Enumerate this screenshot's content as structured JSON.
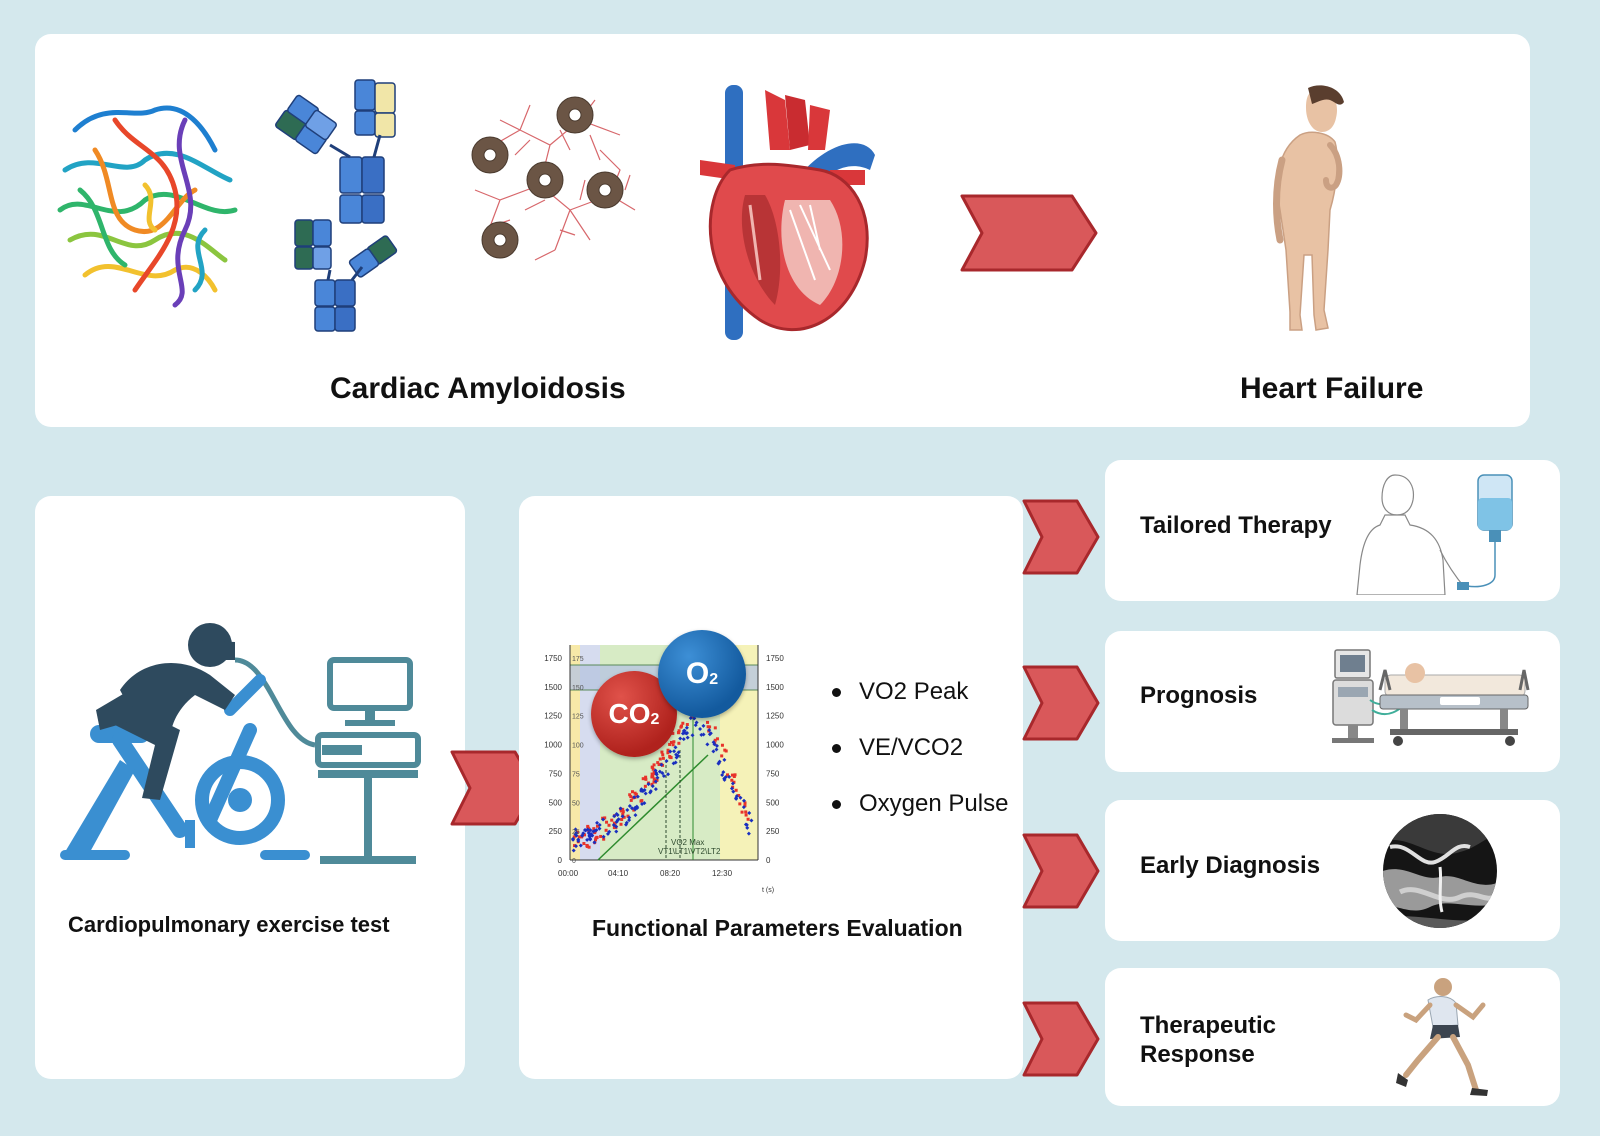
{
  "top_panel": {
    "cause_label": "Cardiac Amyloidosis",
    "effect_label": "Heart Failure"
  },
  "bottom_panel": {
    "test_label": "Cardiopulmonary exercise test",
    "evaluation_label": "Functional Parameters Evaluation",
    "gas_labels": {
      "co2": "CO",
      "co2_sub": "2",
      "o2": "O",
      "o2_sub": "2"
    },
    "parameters": [
      "VO2 Peak",
      "VE/VCO2",
      "Oxygen Pulse"
    ],
    "outcomes": [
      {
        "line1": "Tailored Therapy",
        "line2": ""
      },
      {
        "line1": "Prognosis",
        "line2": ""
      },
      {
        "line1": "Early Diagnosis",
        "line2": ""
      },
      {
        "line1": "Therapeutic",
        "line2": "Response"
      }
    ]
  },
  "chart_data": {
    "type": "scatter",
    "x_ticks": [
      "00:00",
      "04:10",
      "08:20",
      "12:30"
    ],
    "x_unit": "t (s)",
    "y_left_ticks": [
      "0",
      "250",
      "500",
      "750",
      "1000",
      "1250",
      "1500",
      "1750"
    ],
    "y_left_inner_ticks": [
      "0",
      "25",
      "50",
      "75",
      "100",
      "125",
      "150",
      "175"
    ],
    "y_right_ticks": [
      "0",
      "250",
      "500",
      "750",
      "1000",
      "1250",
      "1500",
      "1750"
    ],
    "annotation": "VO2 Max",
    "threshold_labels": "VT1\\LT1\\VT2\\LT2",
    "colors": {
      "series_red": "#e8332a",
      "series_blue": "#1a2fbf",
      "trend": "#2e8b2e"
    }
  },
  "colors": {
    "background": "#d4e8ed",
    "arrow_fill": "#d9585a",
    "arrow_stroke": "#a8282c"
  }
}
